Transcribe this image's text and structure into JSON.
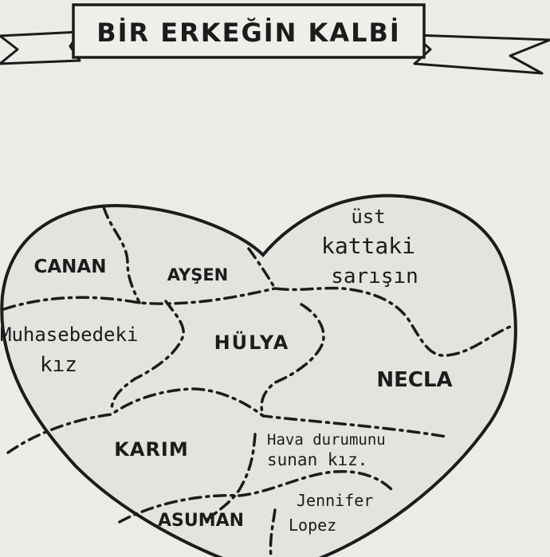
{
  "title": "BİR ERKEĞİN KALBİ",
  "regions": [
    {
      "id": "canan",
      "lines": [
        "CANAN"
      ]
    },
    {
      "id": "aysen",
      "lines": [
        "AYŞEN"
      ]
    },
    {
      "id": "ust-kattaki",
      "lines": [
        "üst",
        "kattaki",
        "sarışın"
      ]
    },
    {
      "id": "muhasebedeki",
      "lines": [
        "Muhasebedeki",
        "kız"
      ]
    },
    {
      "id": "hulya",
      "lines": [
        "HÜLYA"
      ]
    },
    {
      "id": "necla",
      "lines": [
        "NECLA"
      ]
    },
    {
      "id": "karim",
      "lines": [
        "KARIM"
      ]
    },
    {
      "id": "hava",
      "lines": [
        "Hava durumunu",
        "sunan kız."
      ]
    },
    {
      "id": "jennifer",
      "lines": [
        "Jennifer",
        "Lopez"
      ]
    },
    {
      "id": "asuman",
      "lines": [
        "ASUMAN"
      ]
    }
  ],
  "colors": {
    "ink": "#1c1c1c",
    "paper": "#ecebe6",
    "heart": "#e4e3de"
  }
}
